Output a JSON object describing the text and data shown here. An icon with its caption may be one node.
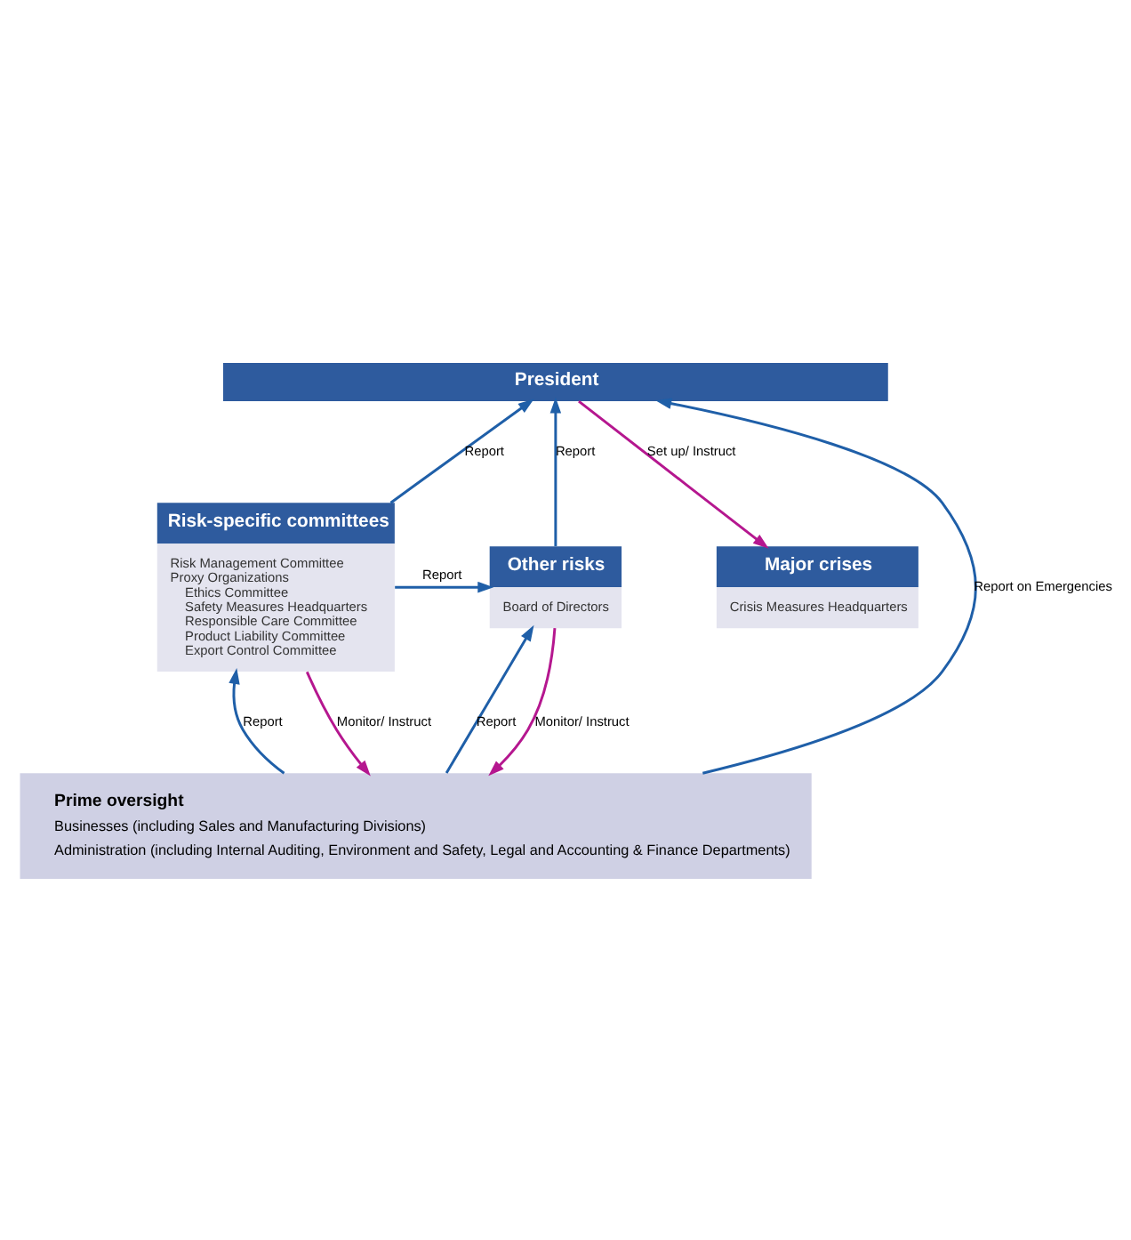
{
  "diagram": {
    "nodes": [
      {
        "text": [
          "President"
        ]
      },
      {
        "text": [
          "Risk-specific committees",
          "Risk Management Committee",
          "Proxy Organizations",
          "Ethics Committee",
          "Safety Measures Headquarters",
          "Responsible Care Committee",
          "Product Liability Committee",
          "Export Control Committee"
        ]
      },
      {
        "text": [
          "Other risks",
          "Board of Directors"
        ]
      },
      {
        "text": [
          "Major crises",
          "Crisis Measures Headquarters"
        ]
      },
      {
        "text": [
          "Prime oversight",
          "Businesses (including Sales and Manufacturing Divisions)",
          "Administration (including Internal Auditing, Environment and Safety, Legal and Accounting & Finance Departments)"
        ]
      }
    ],
    "edges": [
      {
        "from": 4,
        "to": 0,
        "arrow": "to",
        "label": "Report on Emergencies"
      },
      {
        "from": 1,
        "to": 0,
        "arrow": "to",
        "label": "Report"
      },
      {
        "from": 2,
        "to": 0,
        "arrow": "to",
        "label": "Report"
      },
      {
        "from": 0,
        "to": 3,
        "arrow": "to",
        "label": "Set up/ Instruct",
        "color": "#b5178f"
      },
      {
        "from": 1,
        "to": 2,
        "arrow": "to",
        "label": "Report"
      },
      {
        "from": 4,
        "to": 1,
        "arrow": "to",
        "label": "Report"
      },
      {
        "from": 1,
        "to": 4,
        "arrow": "to",
        "label": "Monitor/ Instruct",
        "color": "#b5178f"
      },
      {
        "from": 4,
        "to": 2,
        "arrow": "to",
        "label": "Report"
      },
      {
        "from": 2,
        "to": 4,
        "arrow": "to",
        "label": "Monitor/ Instruct",
        "color": "#b5178f"
      }
    ]
  }
}
